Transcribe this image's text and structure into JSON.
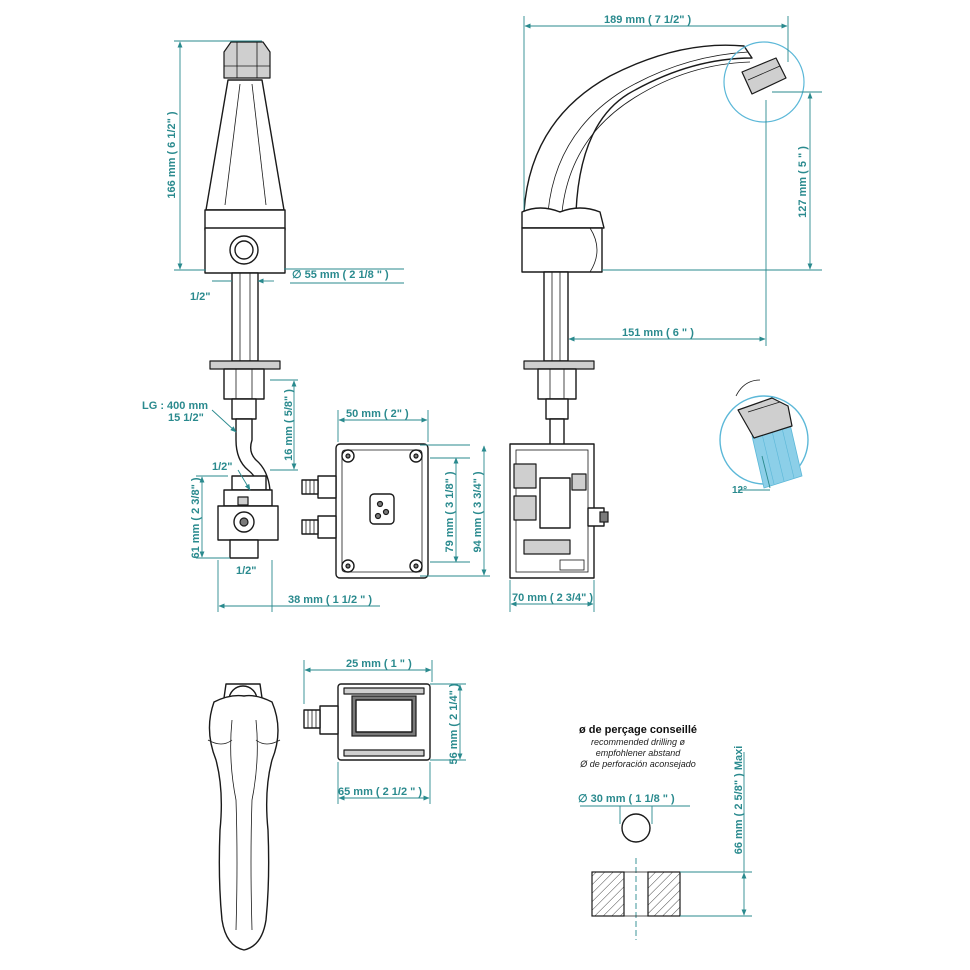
{
  "dimensions": {
    "width_top": "189 mm ( 7 1/2\" )",
    "height_spout": "166 mm ( 6 1/2\" )",
    "base_diameter": "∅  55 mm  ( 2 1/8 \" )",
    "thread_left": "1/2\"",
    "height_right": "127 mm ( 5 \" )",
    "reach": "151 mm ( 6 \" )",
    "hose_length_1": "LG : 400 mm",
    "hose_length_2": "15 1/2\"",
    "nut_16": "16 mm ( 5/8\" )",
    "valve_thread_top": "1/2\"",
    "valve_height": "61 mm ( 2 3/8\" )",
    "valve_thread_bottom": "1/2\"",
    "box_width": "50 mm  ( 2\" )",
    "box_height_79": "79 mm ( 3 1/8\" )",
    "box_height_94": "94 mm ( 3 3/4\" )",
    "valve_width": "38 mm  ( 1 1/2 \" )",
    "side_width": "70 mm  ( 2 3/4\" )",
    "angle": "12°",
    "small_box_width": "25 mm  ( 1 \" )",
    "small_box_height": "56 mm ( 2 1/4\" )",
    "small_box_length": "65 mm  ( 2 1/2 \" )",
    "hole_diameter": "∅  30 mm  ( 1 1/8 \" )",
    "max_thickness": "66 mm ( 2 5/8\" )  Maxi"
  },
  "drilling_note": {
    "title": "ø de perçage conseillé",
    "en": "recommended drilling ø",
    "de": "empfohlener abstand",
    "es": "Ø de perforación aconsejado"
  },
  "colors": {
    "dimension": "#2a8a8e",
    "highlight_fill": "#bfe6f2",
    "highlight_stroke": "#5cb8d8",
    "stream": "#8ccfe8"
  }
}
